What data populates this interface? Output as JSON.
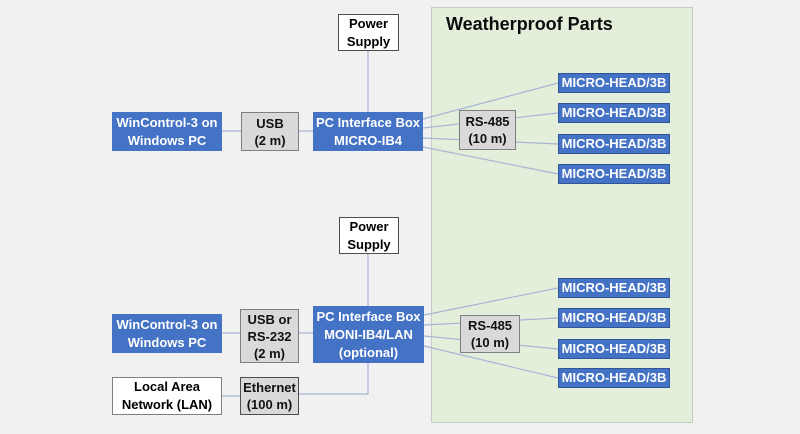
{
  "panel": {
    "title": "Weatherproof Parts"
  },
  "colors": {
    "node_blue": "#4472c4",
    "node_gray": "#d9d9d9",
    "panel_green": "#e4efdb",
    "line": "#a6b5d4",
    "background": "#f1f1f2"
  },
  "top_group": {
    "power_supply": "Power\nSupply",
    "pc": "WinControl-3 on\nWindows PC",
    "cable": "USB\n(2 m)",
    "interface_box": "PC Interface Box\nMICRO-IB4",
    "bus": "RS-485\n(10 m)",
    "heads": [
      "MICRO-HEAD/3B",
      "MICRO-HEAD/3B",
      "MICRO-HEAD/3B",
      "MICRO-HEAD/3B"
    ]
  },
  "bottom_group": {
    "power_supply": "Power\nSupply",
    "pc": "WinControl-3 on\nWindows PC",
    "cable": "USB or\nRS-232\n(2 m)",
    "interface_box": "PC Interface Box\nMONI-IB4/LAN\n(optional)",
    "bus": "RS-485\n(10 m)",
    "lan": "Local Area\nNetwork (LAN)",
    "ethernet": "Ethernet\n(100 m)",
    "heads": [
      "MICRO-HEAD/3B",
      "MICRO-HEAD/3B",
      "MICRO-HEAD/3B",
      "MICRO-HEAD/3B"
    ]
  }
}
